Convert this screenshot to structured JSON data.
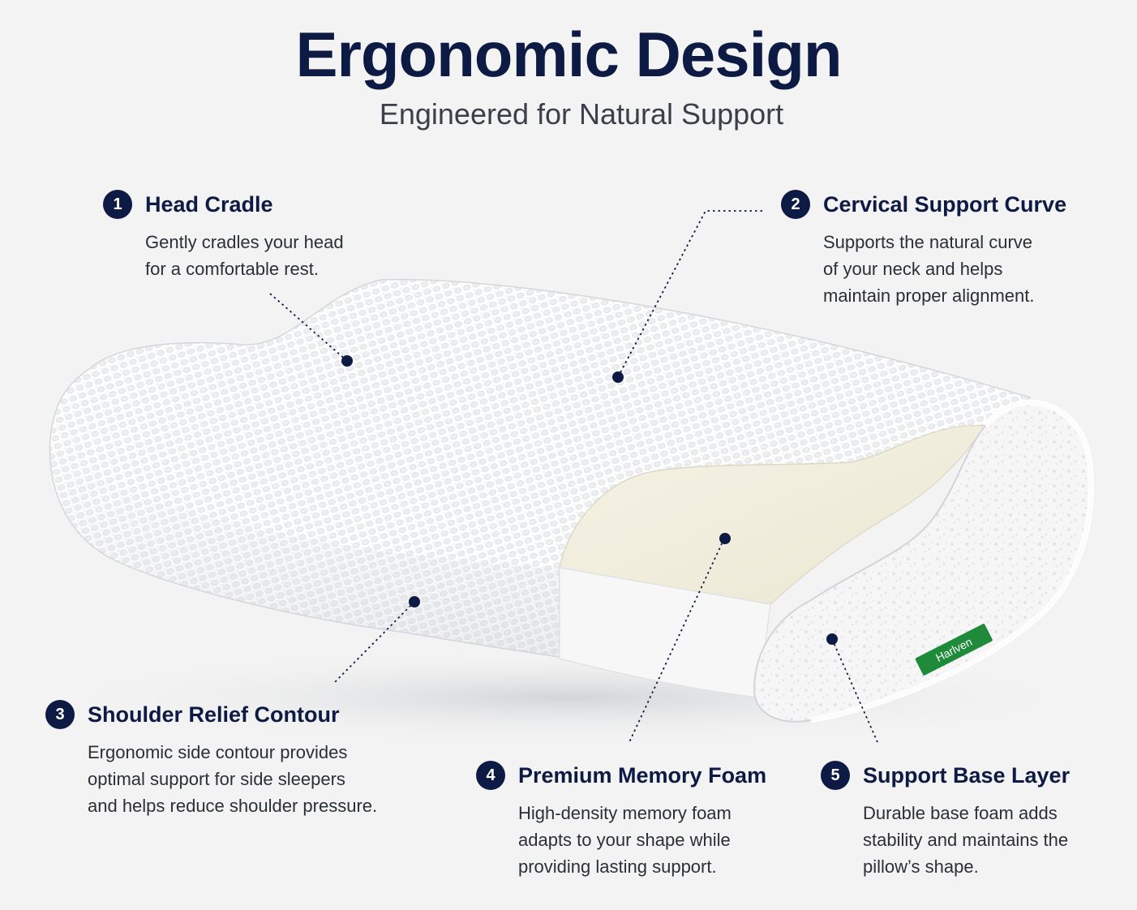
{
  "header": {
    "title": "Ergonomic Design",
    "subtitle": "Engineered for Natural Support"
  },
  "brand": {
    "tag_label": "Harlven",
    "tag_color": "#1f8a3a"
  },
  "colors": {
    "navy": "#0d1a44",
    "memory_foam": "#f2efdf",
    "cover": "#ffffff"
  },
  "features": [
    {
      "number": "1",
      "title": "Head Cradle",
      "description": "Gently cradles your head\nfor a comfortable rest."
    },
    {
      "number": "2",
      "title": "Cervical Support Curve",
      "description": "Supports the natural curve\nof your neck and helps\nmaintain proper alignment."
    },
    {
      "number": "3",
      "title": "Shoulder Relief Contour",
      "description": "Ergonomic side contour provides\noptimal support for side sleepers\nand helps reduce shoulder pressure."
    },
    {
      "number": "4",
      "title": "Premium Memory Foam",
      "description": "High-density memory foam\nadapts to your shape while\nproviding lasting support."
    },
    {
      "number": "5",
      "title": "Support Base Layer",
      "description": "Durable base foam adds\nstability and maintains the\npillow’s shape."
    }
  ]
}
